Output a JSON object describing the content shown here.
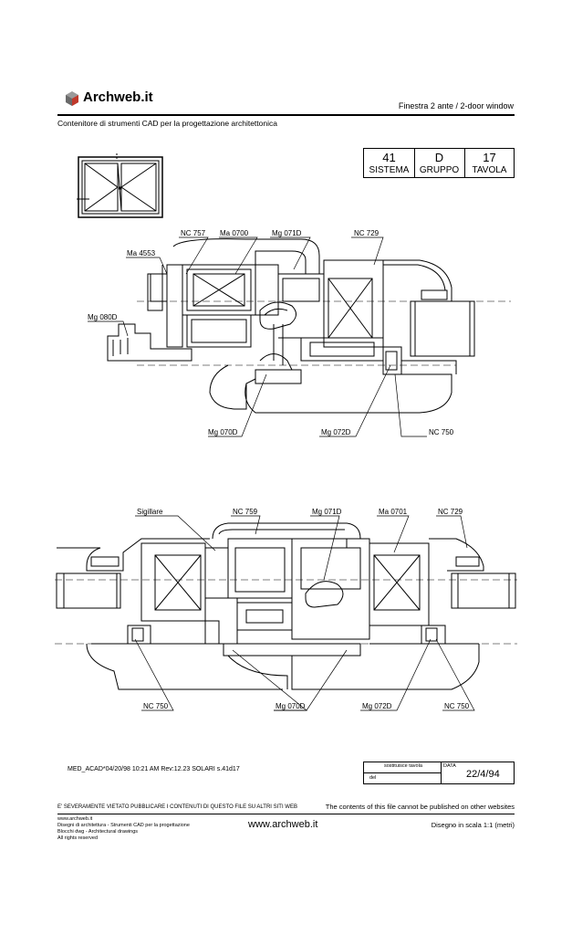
{
  "header": {
    "brand": "Archweb.it",
    "title": "Finestra 2 ante  /  2-door window",
    "subtitle": "Contenitore di strumenti CAD per la progettazione architettonica"
  },
  "code_box": [
    {
      "value": "41",
      "label": "SISTEMA"
    },
    {
      "value": "D",
      "label": "GRUPPO"
    },
    {
      "value": "17",
      "label": "TAVOLA"
    }
  ],
  "section1": {
    "labels": [
      "NC 757",
      "Ma 0700",
      "Mg 071D",
      "NC 729",
      "Ma 4553",
      "Mg 080D",
      "Mg 070D",
      "Mg 072D",
      "NC 750"
    ]
  },
  "section2": {
    "labels": [
      "Sigillare",
      "NC 759",
      "Mg 071D",
      "Ma 0701",
      "NC 729",
      "NC 750",
      "Mg 070D",
      "Mg 072D",
      "NC 750"
    ]
  },
  "footer": {
    "file_info": "MED_ACAD*04/20/98 10:21 AM Rev:12.23  SOLARI s.41d17",
    "sostituisce": "sostituisce tavola",
    "del": "del",
    "data_label": "DATA",
    "date": "22/4/94",
    "warning_it": "E' SEVERAMENTE VIETATO PUBBLICARE I CONTENUTI DI QUESTO FILE SU ALTRI SITI WEB",
    "warning_en": "The contents of this file cannot be published on other websites",
    "small_lines": [
      "www.archweb.it",
      "Disegni di architettura - Strumenti CAD  per la progettazione",
      "Blocchi dwg - Architectural drawings",
      "All rights reserved"
    ],
    "website": "www.archweb.it",
    "scale": "Disegno in scala 1:1 (metri)"
  }
}
